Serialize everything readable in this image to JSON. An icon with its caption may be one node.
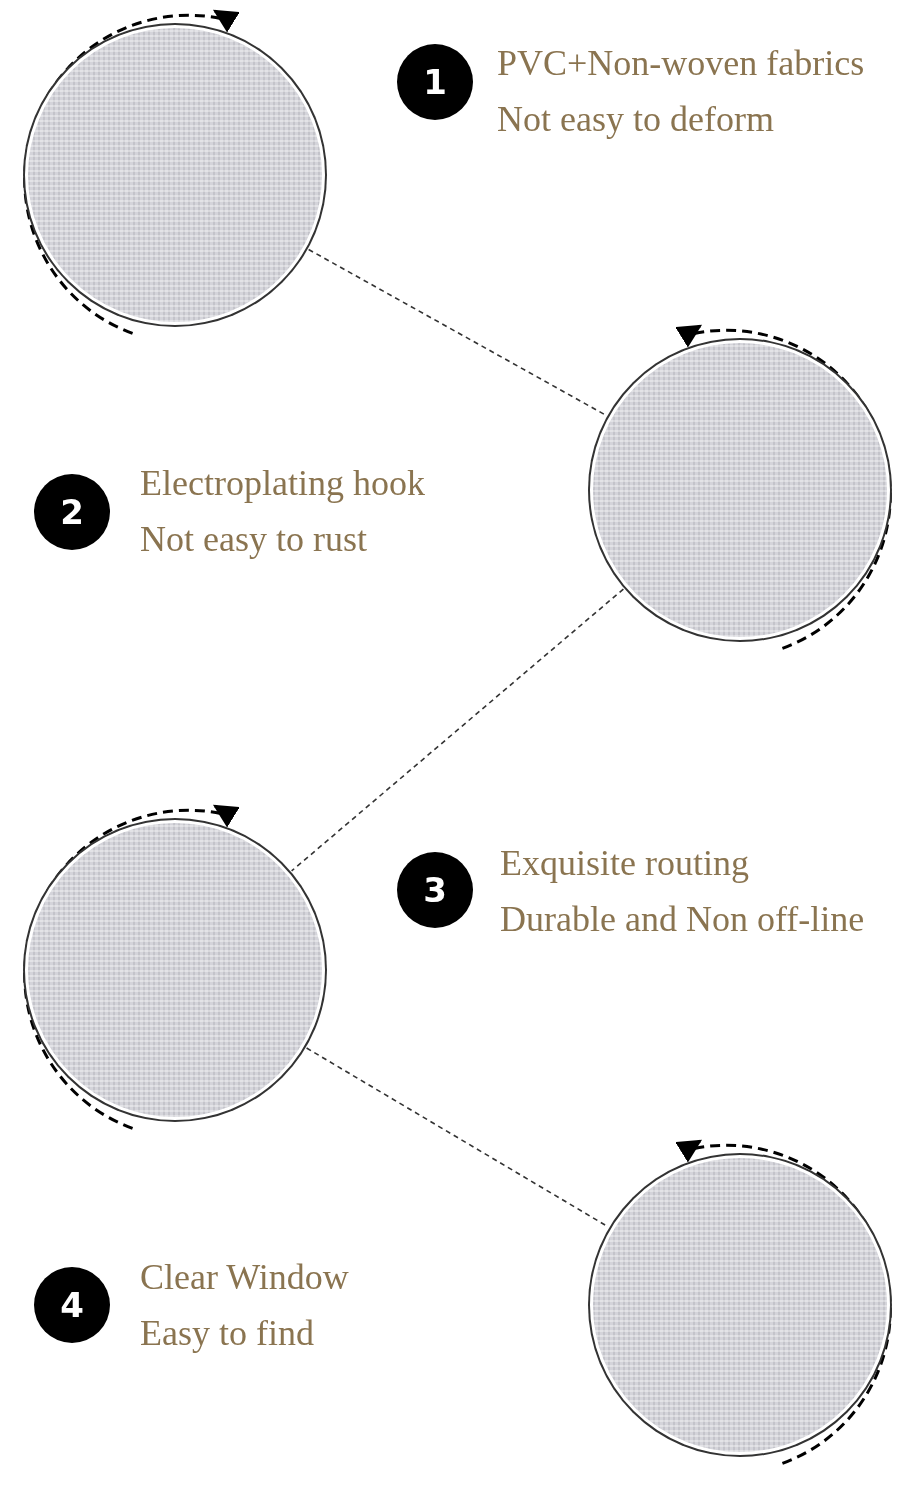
{
  "diagram": {
    "nodes": [
      {
        "text": [
          "1"
        ],
        "beside": [
          "PVC+Non-woven fabrics",
          "Not easy to deform"
        ]
      },
      {
        "text": [],
        "shape": "picture"
      },
      {
        "text": [],
        "shape": "picture"
      },
      {
        "text": [
          "2"
        ],
        "beside": [
          "Electroplating hook",
          "Not easy to rust"
        ]
      },
      {
        "text": [],
        "shape": "picture"
      },
      {
        "text": [
          "3"
        ],
        "beside": [
          "Exquisite routing",
          "Durable and Non off-line"
        ]
      },
      {
        "text": [],
        "shape": "picture"
      },
      {
        "text": [
          "4"
        ],
        "beside": [
          "Clear Window",
          "Easy to find"
        ]
      }
    ],
    "edges": [
      {
        "from": 1,
        "to": 2,
        "arrow": "none",
        "style": "dashed"
      },
      {
        "from": 2,
        "to": 4,
        "arrow": "none",
        "style": "dashed"
      },
      {
        "from": 4,
        "to": 6,
        "arrow": "none",
        "style": "dashed"
      }
    ]
  }
}
